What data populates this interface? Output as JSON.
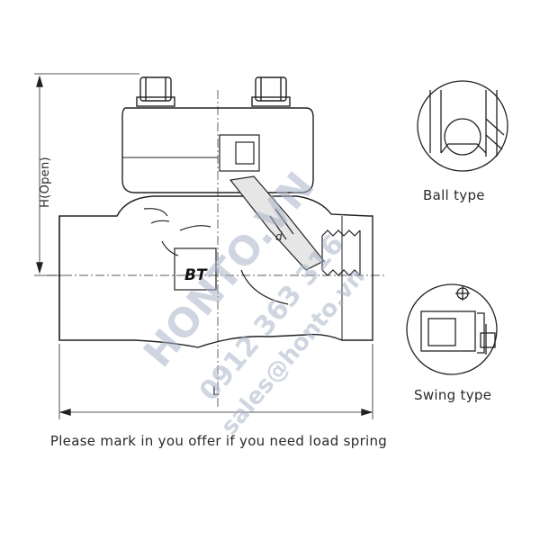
{
  "labels": {
    "height_dim": "H(Open)",
    "length_dim": "L",
    "ball_type": "Ball type",
    "swing_type": "Swing type",
    "note": "Please mark in you offer if you need load spring",
    "brand_mark": "BT",
    "bore_dim": "d"
  },
  "watermark": {
    "line1": "HONTO.VN",
    "line2": "0912 363 316",
    "line3": "sales@honto.vn"
  },
  "colors": {
    "line": "#222222",
    "watermark": "#aab4c8"
  }
}
